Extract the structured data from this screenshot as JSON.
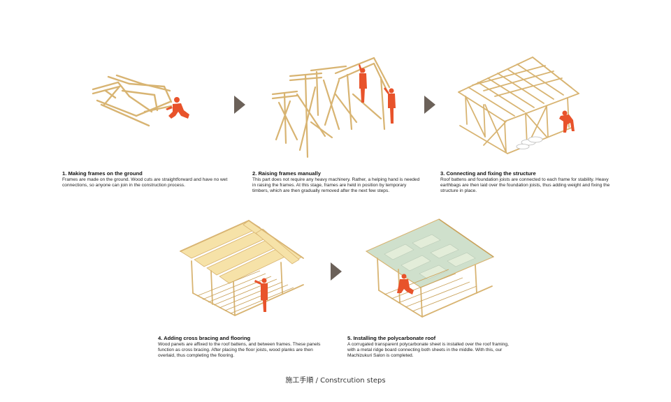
{
  "colors": {
    "timber": "#e7c98a",
    "timber_dark": "#c9a25b",
    "panel_fill": "#f6e2a8",
    "person": "#e8532b",
    "arrow": "#6b6159",
    "roof_green": "#cfe0cc"
  },
  "steps": [
    {
      "title": "1. Making frames on the ground",
      "body": "Frames are made on the ground. Wood cuts are straightforward and have no wet connections, so anyone can  join in the construction process.",
      "illustration": "ground-frame-assembly-illustration"
    },
    {
      "title": "2. Raising frames manually",
      "body": "This part does not require any heavy machinery. Rather, a helping hand is needed in raising the frames. At this stage, frames are held in position by temporary timbers, which are then gradually removed after the next few steps.",
      "illustration": "raising-frames-illustration"
    },
    {
      "title": "3. Connecting and fixing the structure",
      "body": "Roof battens and foundation joists are connected to each frame for stability. Heavy earthbags are then laid over the foundation joists, thus adding weight and fixing the structure in place.",
      "illustration": "fixing-structure-illustration"
    },
    {
      "title": "4. Adding cross bracing and flooring",
      "body": "Wood panels are affixed to the roof battens, and between frames. These panels function as cross bracing. After placing the floor joists, wood planks are then overlaid, thus completing the flooring.",
      "illustration": "cross-bracing-flooring-illustration"
    },
    {
      "title": "5. Installing the polycarbonate roof",
      "body": "A corrugated transparent polycarbonate sheet is installed over the roof framing, with a metal ridge board connecting both sheets in the middle. With this, our Machizukuri Salon is completed.",
      "illustration": "polycarbonate-roof-illustration"
    }
  ],
  "caption": "施工手順 / Constrcution steps"
}
